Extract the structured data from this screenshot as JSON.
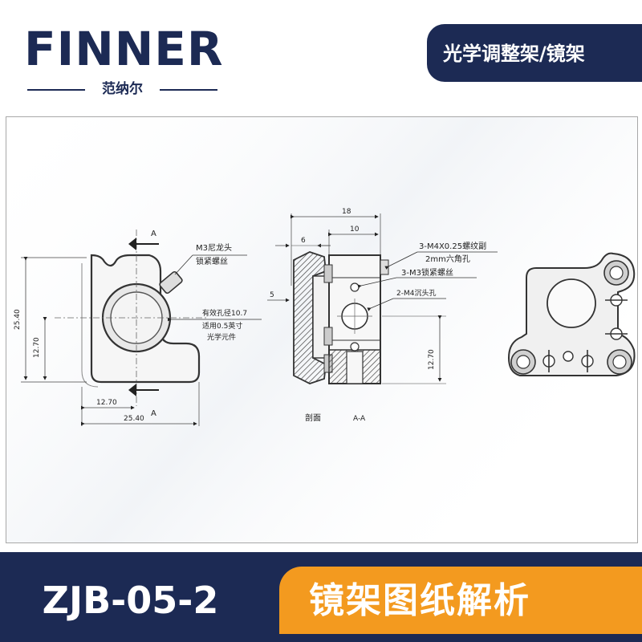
{
  "header": {
    "brand": "FINNER",
    "brand_sub": "范纳尔",
    "category": "光学调整架/镜架"
  },
  "drawing": {
    "front_view": {
      "section_mark_top": "A",
      "section_mark_bottom": "A",
      "height_dim": "25.40",
      "center_height_dim": "12.70",
      "center_width_dim": "12.70",
      "width_dim": "25.40",
      "callout_screw": [
        "M3尼龙头",
        "锁紧螺丝"
      ],
      "callout_aperture": [
        "有效孔径10.7",
        "适用0.5英寸",
        "光学元件"
      ]
    },
    "section_view": {
      "dim_total": "18",
      "dim_10": "10",
      "dim_6": "6",
      "dim_5": "5",
      "dim_height": "12.70",
      "callout_adjust": [
        "3-M4X0.25螺纹副",
        "2mm六角孔"
      ],
      "callout_lock": "3-M3锁紧螺丝",
      "callout_counterbore": "2-M4沉头孔",
      "title": "剖面",
      "title_suffix": "A-A"
    }
  },
  "footer": {
    "model": "ZJB-05-2",
    "caption": "镜架图纸解析"
  },
  "colors": {
    "navy": "#1c2a54",
    "orange": "#f39a1f"
  }
}
